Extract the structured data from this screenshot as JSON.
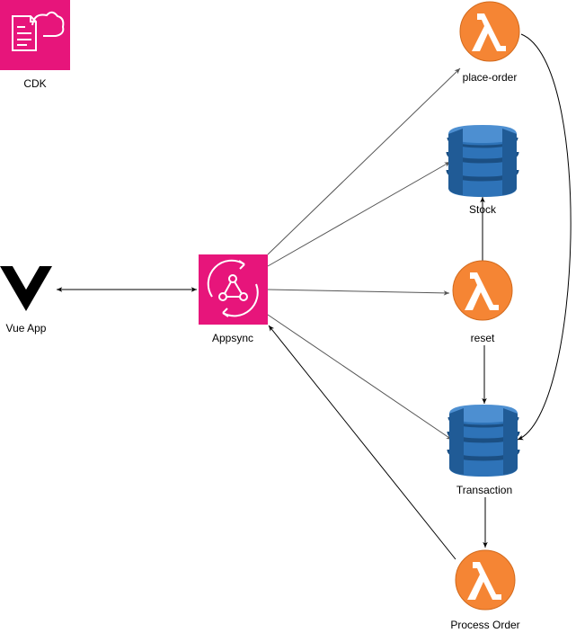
{
  "nodes": {
    "cdk": {
      "label": "CDK",
      "icon": "cdk-icon",
      "color": "#e7157b"
    },
    "vue": {
      "label": "Vue App",
      "icon": "vue-logo-icon",
      "color": "#000000"
    },
    "appsync": {
      "label": "Appsync",
      "icon": "appsync-icon",
      "color": "#e7157b"
    },
    "place_order": {
      "label": "place-order",
      "icon": "lambda-icon",
      "color": "#f58534"
    },
    "stock": {
      "label": "Stock",
      "icon": "dynamodb-icon",
      "color": "#2e73b8"
    },
    "reset": {
      "label": "reset",
      "icon": "lambda-icon",
      "color": "#f58534"
    },
    "transaction": {
      "label": "Transaction",
      "icon": "dynamodb-icon",
      "color": "#2e73b8"
    },
    "process_order": {
      "label": "Process Order",
      "icon": "lambda-icon",
      "color": "#f58534"
    }
  },
  "edges": [
    {
      "from": "Vue App",
      "to": "Appsync",
      "direction": "both",
      "color": "#000000"
    },
    {
      "from": "Appsync",
      "to": "place-order",
      "direction": "forward",
      "color": "#555555"
    },
    {
      "from": "Appsync",
      "to": "Stock",
      "direction": "forward",
      "color": "#555555"
    },
    {
      "from": "Appsync",
      "to": "reset",
      "direction": "forward",
      "color": "#555555"
    },
    {
      "from": "Appsync",
      "to": "Transaction",
      "direction": "forward",
      "color": "#555555"
    },
    {
      "from": "reset",
      "to": "Stock",
      "direction": "forward",
      "color": "#000000"
    },
    {
      "from": "reset",
      "to": "Transaction",
      "direction": "forward",
      "color": "#000000"
    },
    {
      "from": "place-order",
      "to": "Transaction",
      "direction": "forward",
      "color": "#000000"
    },
    {
      "from": "Transaction",
      "to": "Process Order",
      "direction": "forward",
      "color": "#000000"
    },
    {
      "from": "Process Order",
      "to": "Appsync",
      "direction": "forward",
      "color": "#000000"
    }
  ]
}
